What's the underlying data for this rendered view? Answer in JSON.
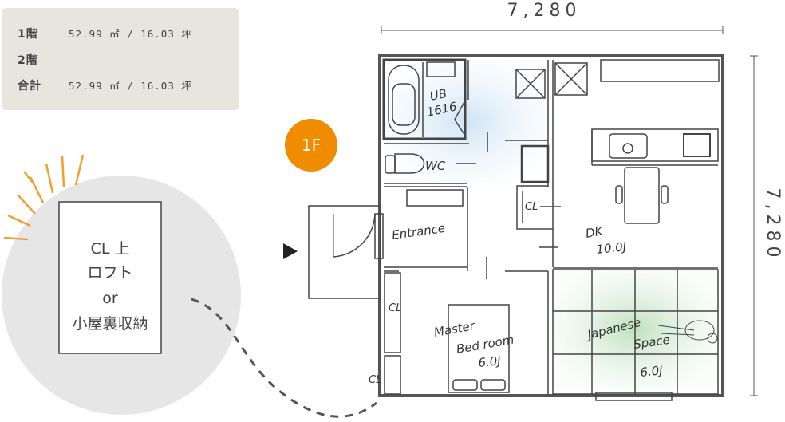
{
  "area_table": {
    "rows": [
      {
        "label": "1階",
        "value": "52.99 ㎡ / 16.03 坪"
      },
      {
        "label": "2階",
        "value": "-"
      },
      {
        "label": "合計",
        "value": "52.99 ㎡ / 16.03 坪"
      }
    ]
  },
  "loft_note": {
    "lines": [
      "CL 上",
      "ロフト",
      "or",
      "小屋裏収納"
    ]
  },
  "floor_badge": {
    "label": "1F",
    "color": "#ef8c00"
  },
  "dimensions": {
    "width": "7,280",
    "depth": "7,280"
  },
  "rooms": {
    "ub": [
      "UB",
      "1616"
    ],
    "wc": "WC",
    "cl1": "CL",
    "entrance": "Entrance",
    "dk": [
      "DK",
      "10.0J"
    ],
    "cl2": "CL",
    "cl3": "CL",
    "master": [
      "Master",
      "Bed room",
      "6.0J"
    ],
    "japanese": [
      "Japanese",
      "Space",
      "6.0J"
    ]
  }
}
